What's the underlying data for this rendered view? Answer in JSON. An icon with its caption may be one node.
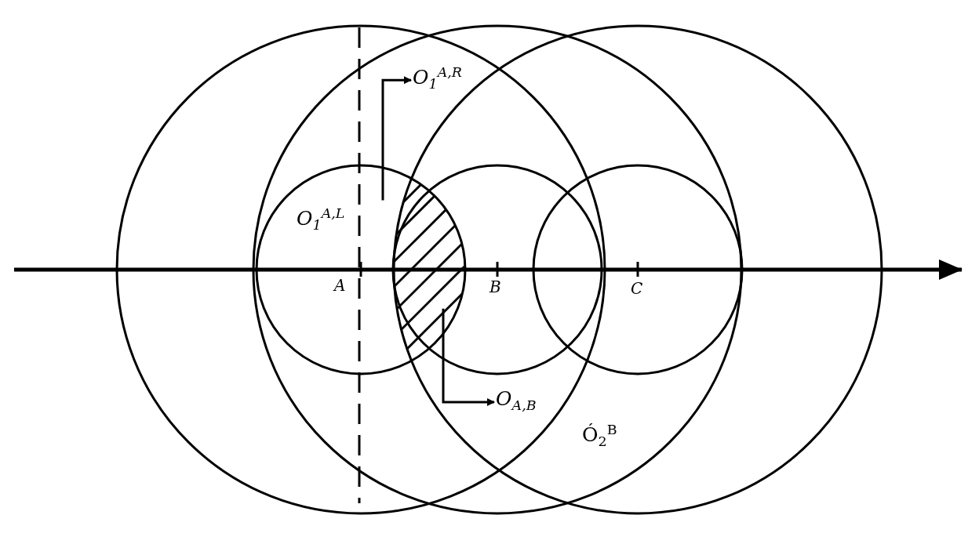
{
  "diagram": {
    "nodes": [
      {
        "text": [
          "O$_{1}$$^{A,R}$"
        ]
      },
      {
        "text": [
          "O$_{A,B}$"
        ]
      },
      {
        "text": [],
        "shape": "lens"
      }
    ],
    "edges": [
      {
        "from": 2,
        "to": 0,
        "arrow": "to"
      },
      {
        "from": 2,
        "to": 1,
        "arrow": "to"
      }
    ],
    "labels": [
      "O$_{1}$$^{A,L}$",
      "A",
      "B",
      "C",
      "Ó$_{2}$$^{B}$"
    ]
  }
}
